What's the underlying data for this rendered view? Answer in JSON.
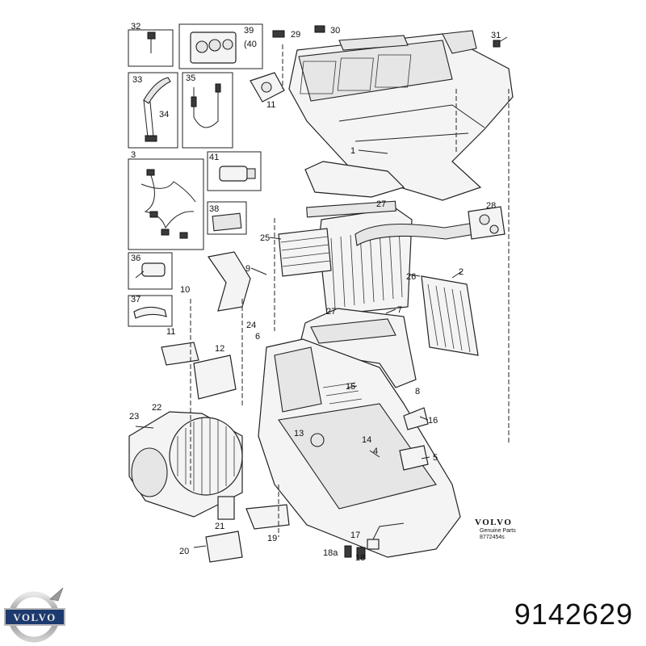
{
  "brand_logo_text": "VOLVO",
  "part_number": "9142629",
  "stamp": {
    "brand": "VOLVO",
    "line1": "Genuine Parts",
    "line2": "8772454s"
  },
  "callouts": [
    {
      "id": "c32",
      "text": "32"
    },
    {
      "id": "c39",
      "text": "39"
    },
    {
      "id": "c40",
      "text": "(40"
    },
    {
      "id": "c29",
      "text": "29"
    },
    {
      "id": "c30",
      "text": "30"
    },
    {
      "id": "c31",
      "text": "31"
    },
    {
      "id": "c33",
      "text": "33"
    },
    {
      "id": "c34",
      "text": "34"
    },
    {
      "id": "c35",
      "text": "35"
    },
    {
      "id": "c11a",
      "text": "11"
    },
    {
      "id": "c1",
      "text": "1"
    },
    {
      "id": "c3",
      "text": "3"
    },
    {
      "id": "c41",
      "text": "41"
    },
    {
      "id": "c38",
      "text": "38"
    },
    {
      "id": "c27a",
      "text": "27"
    },
    {
      "id": "c28",
      "text": "28"
    },
    {
      "id": "c25",
      "text": "25"
    },
    {
      "id": "c36",
      "text": "36"
    },
    {
      "id": "c9",
      "text": "9"
    },
    {
      "id": "c10",
      "text": "10"
    },
    {
      "id": "c2",
      "text": "2"
    },
    {
      "id": "c26",
      "text": "26"
    },
    {
      "id": "c37",
      "text": "37"
    },
    {
      "id": "c27b",
      "text": "27"
    },
    {
      "id": "c7",
      "text": "7"
    },
    {
      "id": "c24",
      "text": "24"
    },
    {
      "id": "c6",
      "text": "6"
    },
    {
      "id": "c11b",
      "text": "11"
    },
    {
      "id": "c12",
      "text": "12"
    },
    {
      "id": "c15",
      "text": "15"
    },
    {
      "id": "c22",
      "text": "22"
    },
    {
      "id": "c8",
      "text": "8"
    },
    {
      "id": "c16",
      "text": "16"
    },
    {
      "id": "c23",
      "text": "23"
    },
    {
      "id": "c13",
      "text": "13"
    },
    {
      "id": "c14",
      "text": "14"
    },
    {
      "id": "c4",
      "text": "4"
    },
    {
      "id": "c5",
      "text": "5"
    },
    {
      "id": "c21",
      "text": "21"
    },
    {
      "id": "c19",
      "text": "19"
    },
    {
      "id": "c17",
      "text": "17"
    },
    {
      "id": "c20",
      "text": "20"
    },
    {
      "id": "c18a",
      "text": "18a"
    },
    {
      "id": "c18",
      "text": "18"
    }
  ]
}
